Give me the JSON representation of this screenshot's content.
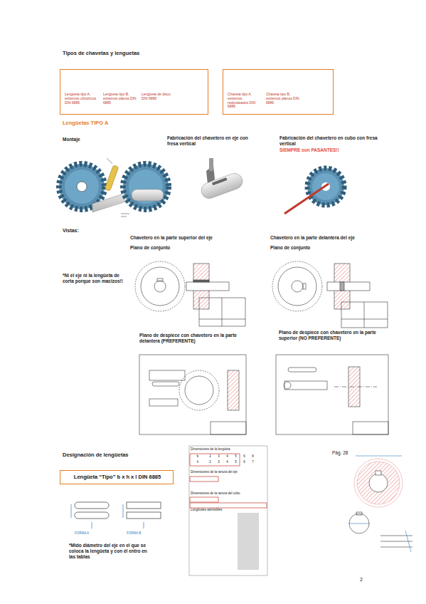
{
  "diagram": {
    "nodes": [
      {
        "text": [
          "Lengüeta tipo A, extremos cilíndricos DIN 6885",
          "Lengüeta tipo B, extremos planos DIN 6885",
          "Lengüeta de disco DIN 6888"
        ]
      },
      {
        "text": [
          "Chaveta tipo A, extremos redondeados DIN 6886",
          "Chaveta tipo B, extremos planos DIN 6886"
        ]
      },
      {
        "text": [
          "Lengüeta “Tipo” b x h x l DIN 6885"
        ]
      }
    ],
    "labels": [
      "Tipos de chavetas y lenguetas",
      "Lengüetas TIPO A",
      "Montaje",
      "Fabricación del chavetero en eje con fresa vertical",
      "Fabricación del chavetero en cubo con fresa vertical",
      "SIEMPRE son PASANTES!!",
      "Vistas:",
      "Chavetero en la parte superior del eje",
      "Plano de conjunto",
      "Chavetero en la parte delantera del eje",
      "Plano de conjunto",
      "*Ni el eje ni la lengüeta de corta porque son macizos!!",
      "Plano de despiece con chavetero en la parte delantera (PREFERENTE)",
      "Plano de despiece con chavetero en la parte superior (NO PREFERENTE)",
      "Designación de lengüetas",
      "FORMA A",
      "FORMA B",
      "*Mido diámetro del eje en el que se coloca la lengüeta y con él entro en las tablas",
      "Dimensiones de la lengüeta",
      "Dimensiones de la ranura del eje",
      "Dimensiones de la ranura del cubo",
      "Longitudes admisibles",
      "Pág. 28",
      "2",
      "b",
      "2",
      "3",
      "4",
      "5",
      "6",
      "8",
      "h",
      "2",
      "3",
      "4",
      "5",
      "6",
      "7"
    ]
  }
}
